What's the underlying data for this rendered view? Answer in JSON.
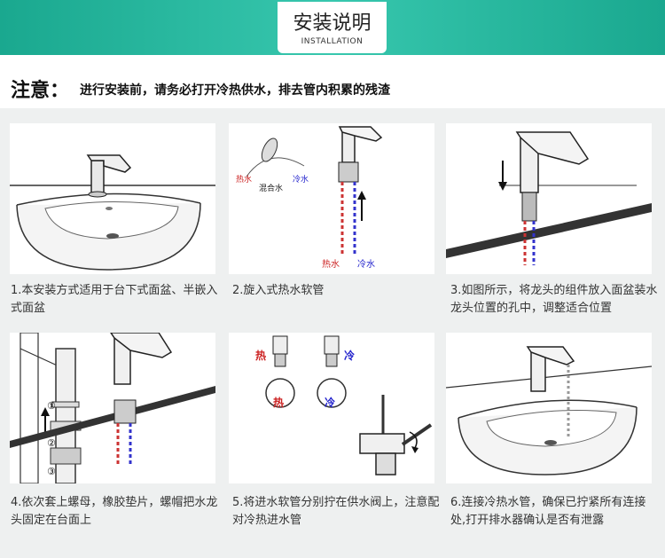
{
  "banner": {
    "title": "安装说明",
    "subtitle": "INSTALLATION",
    "color": "#2bb89f"
  },
  "notice": {
    "label": "注意：",
    "text": "进行安装前，请务必打开冷热供水，排去管内积累的残渣"
  },
  "steps": [
    {
      "caption": "1.本安装方式适用于台下式面盆、半嵌入式面盆"
    },
    {
      "caption": "2.旋入式热水软管",
      "hot": "热水",
      "cold": "冷水",
      "mixed": "混合水"
    },
    {
      "caption": "3.如图所示，将龙头的组件放入面盆装水龙头位置的孔中，调整适合位置"
    },
    {
      "caption": "4.依次套上螺母，橡胶垫片，螺帽把水龙头固定在台面上",
      "markers": [
        "①",
        "②",
        "③"
      ]
    },
    {
      "caption": "5.将进水软管分别拧在供水阀上，注意配对冷热进水管",
      "hot": "热",
      "cold": "冷"
    },
    {
      "caption": "6.连接冷热水管，确保已拧紧所有连接处,打开排水器确认是否有泄露"
    }
  ]
}
